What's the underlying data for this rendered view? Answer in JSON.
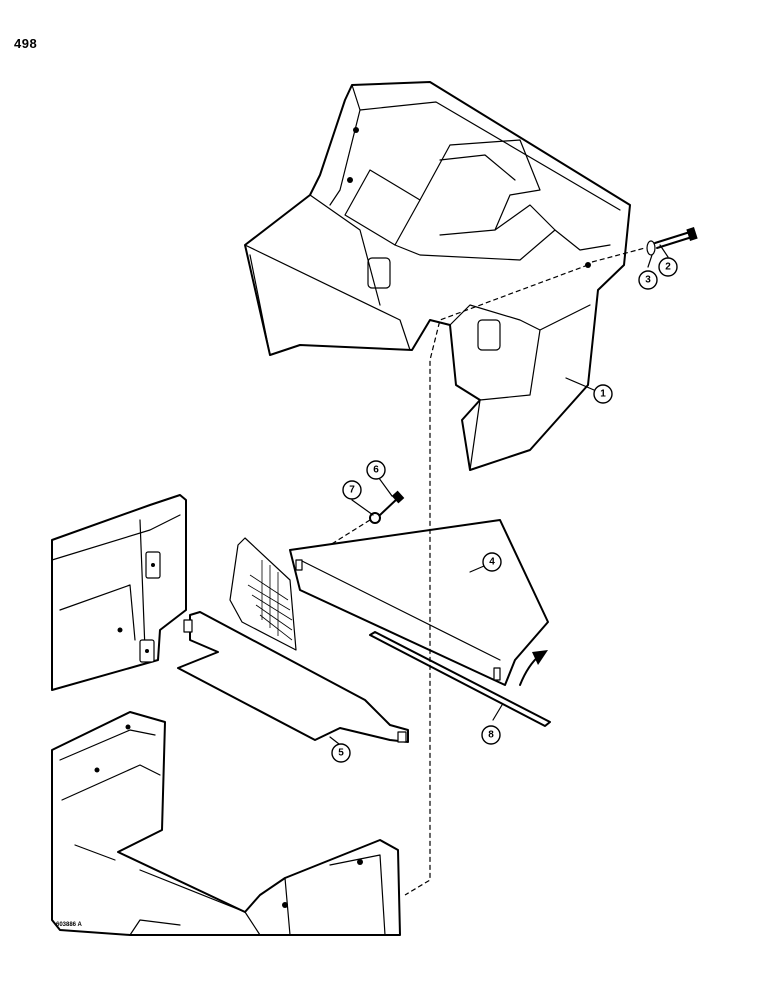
{
  "page": {
    "number": "498",
    "ref_code": "603886 A"
  },
  "callouts": [
    {
      "id": "1",
      "label": "1"
    },
    {
      "id": "2",
      "label": "2"
    },
    {
      "id": "3",
      "label": "3"
    },
    {
      "id": "4",
      "label": "4"
    },
    {
      "id": "5",
      "label": "5"
    },
    {
      "id": "6",
      "label": "6"
    },
    {
      "id": "7",
      "label": "7"
    },
    {
      "id": "8",
      "label": "8"
    }
  ]
}
